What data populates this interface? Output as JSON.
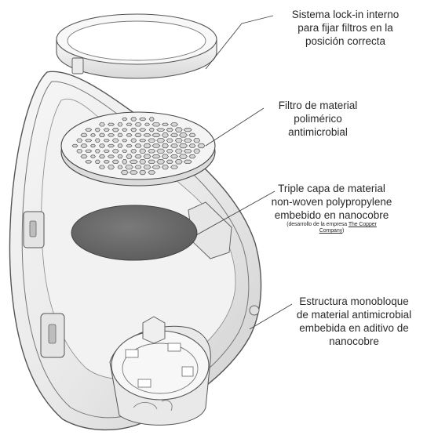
{
  "callouts": {
    "lock_in": {
      "lines": [
        "Sistema lock-in interno",
        "para fijar filtros en la",
        "posición correcta"
      ]
    },
    "filter": {
      "lines": [
        "Filtro de material",
        "polimérico",
        "antimicrobial"
      ]
    },
    "triple_layer": {
      "lines": [
        "Triple capa de material",
        "non-woven polypropylene",
        "embebido en nanocobre"
      ],
      "note_prefix": "(desarrollo de la empresa ",
      "note_company_a": "The Copper",
      "note_company_b": "Company",
      "note_suffix": ")"
    },
    "structure": {
      "lines": [
        "Estructura monobloque",
        "de material antimicrobial",
        "embebida en aditivo de",
        "nanocobre"
      ]
    }
  },
  "colors": {
    "outline": "#555555",
    "mask_fill": "#eeeeee",
    "mask_shadow": "#cfcfcf",
    "filter_disc": "#6b6b6b"
  }
}
